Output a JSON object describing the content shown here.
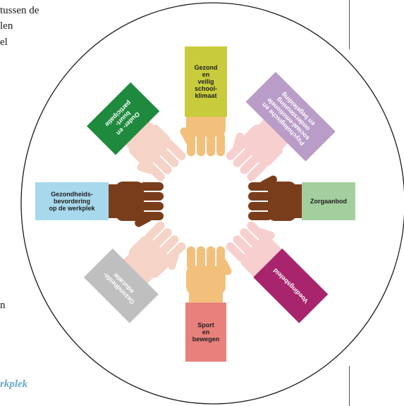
{
  "side_text_lines": [
    "tussen de",
    "len",
    "el"
  ],
  "side_text_bottom": "n",
  "footer_fragment": "rkplek",
  "diagram": {
    "panels": [
      {
        "id": "top",
        "lines": [
          "Gezond",
          "en",
          "veilig",
          "school-",
          "klimaat"
        ],
        "color": "#c8cc3c",
        "dark_text": true
      },
      {
        "id": "top-right",
        "lines": [
          "Psychologische en",
          "sociaal-emotionele",
          "ondersteuning",
          "en begeleiding"
        ],
        "color": "#b99cc8",
        "dark_text": false
      },
      {
        "id": "right",
        "lines": [
          "Zorgaanbod"
        ],
        "color": "#a3cf9e",
        "dark_text": true
      },
      {
        "id": "bottom-right",
        "lines": [
          "Voedingsbeleid"
        ],
        "color": "#a8246c",
        "dark_text": false
      },
      {
        "id": "bottom",
        "lines": [
          "Sport",
          "en",
          "bewegen"
        ],
        "color": "#e8807c",
        "dark_text": true
      },
      {
        "id": "bottom-left",
        "lines": [
          "Gezondheids-",
          "educatie"
        ],
        "color": "#bfbfbf",
        "dark_text": false
      },
      {
        "id": "left",
        "lines": [
          "Gezondheids-",
          "bevordering",
          "op de werkplek"
        ],
        "color": "#a8d8ec",
        "dark_text": true
      },
      {
        "id": "top-left",
        "lines": [
          "Ouder- en",
          "buurt-",
          "participatie"
        ],
        "color": "#1f8a3e",
        "dark_text": false
      }
    ],
    "hand_colors": {
      "peach": "#f3c07c",
      "pink": "#f8cfcf",
      "light": "#f6d3c7",
      "brown": "#7a3d1c"
    }
  }
}
